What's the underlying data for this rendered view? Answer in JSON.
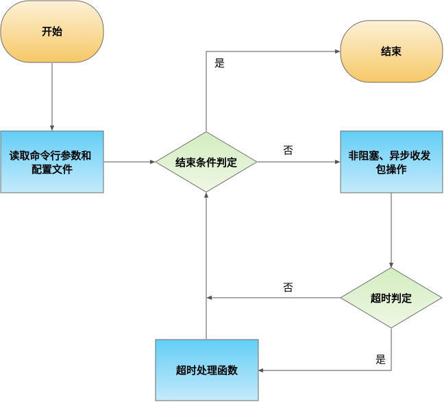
{
  "nodes": {
    "start": {
      "label": "开始",
      "shape": "terminal"
    },
    "end": {
      "label": "结束",
      "shape": "terminal"
    },
    "read_args": {
      "label_lines": [
        "读取命令行参数和",
        "配置文件"
      ],
      "shape": "process"
    },
    "end_check": {
      "label": "结束条件判定",
      "shape": "decision"
    },
    "nonblocking_io": {
      "label_lines": [
        "非阻塞、异步收发",
        "包操作"
      ],
      "shape": "process"
    },
    "timeout_check": {
      "label": "超时判定",
      "shape": "decision"
    },
    "timeout_handler": {
      "label": "超时处理函数",
      "shape": "process"
    }
  },
  "edges": {
    "end_check_yes": "是",
    "end_check_no": "否",
    "timeout_check_no": "否",
    "timeout_check_yes": "是"
  },
  "colors": {
    "terminal_top": "#fdf1d6",
    "terminal_bottom": "#f6c867",
    "process_top": "#62cef6",
    "process_bottom": "#c5eafb",
    "decision_top": "#d3edc0",
    "decision_bottom": "#eef7e4",
    "outline": "#6b6b6b",
    "connector": "#555555"
  }
}
